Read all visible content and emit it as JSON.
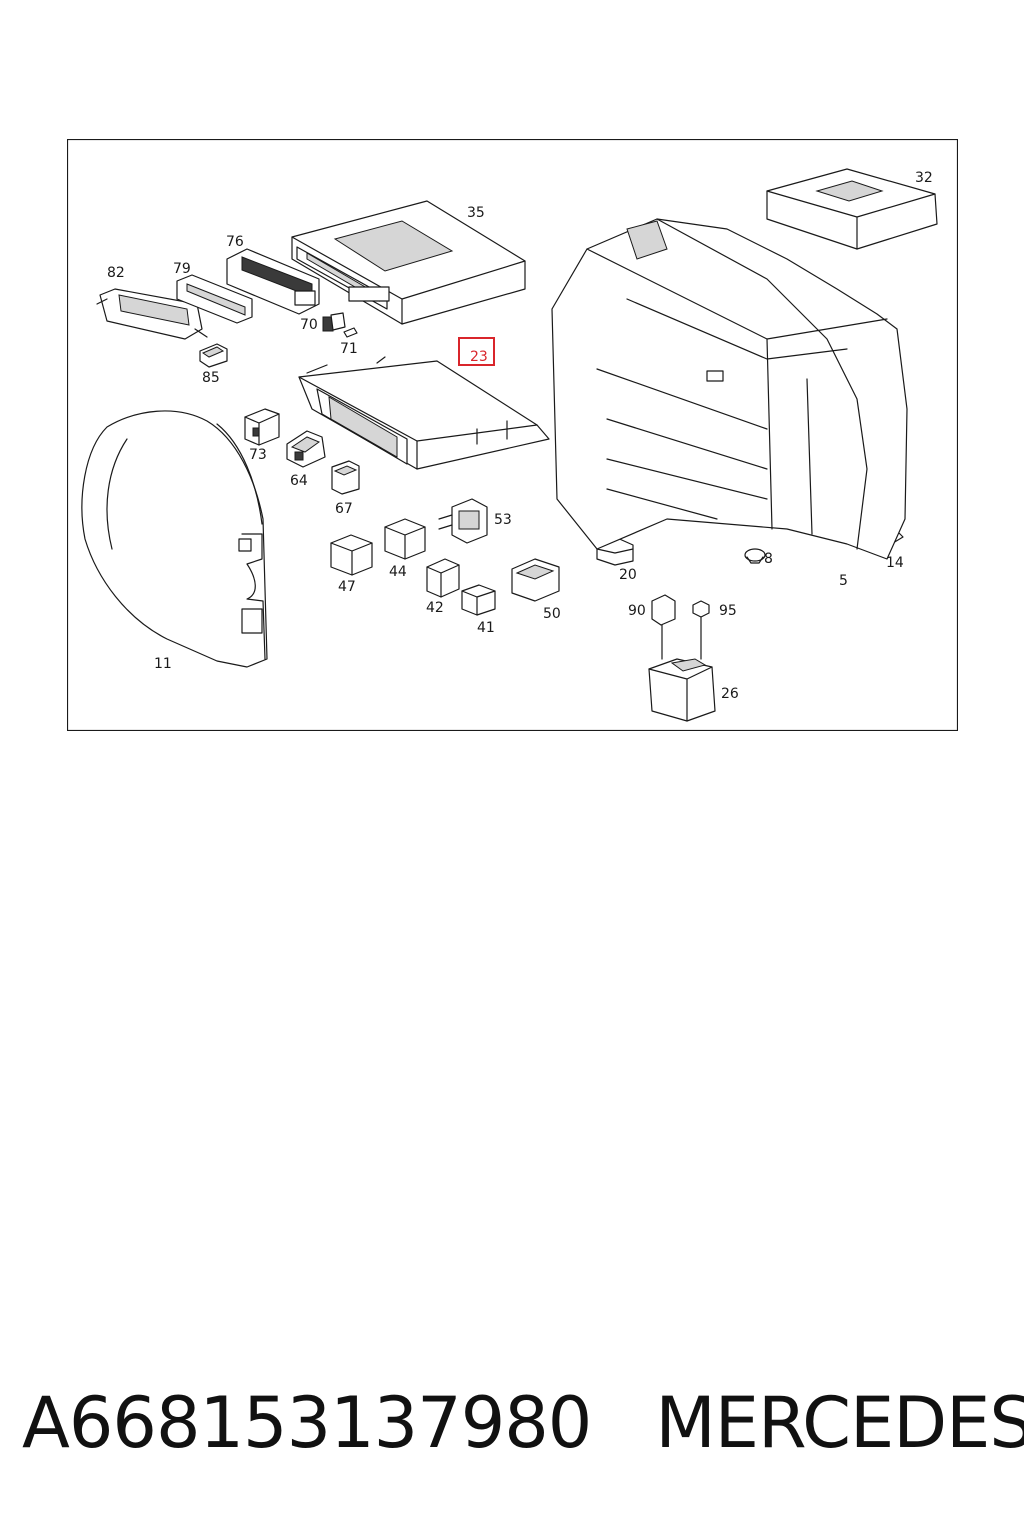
{
  "diagram": {
    "callouts": {
      "n32": "32",
      "n35": "35",
      "n76": "76",
      "n82": "82",
      "n79": "79",
      "n70": "70",
      "n71": "71",
      "n85": "85",
      "n23": "23",
      "n73": "73",
      "n64": "64",
      "n67": "67",
      "n53": "53",
      "n47": "47",
      "n44": "44",
      "n42": "42",
      "n41": "41",
      "n50": "50",
      "n20": "20",
      "n8": "8",
      "n14": "14",
      "n5": "5",
      "n90": "90",
      "n95": "95",
      "n26": "26",
      "n11": "11"
    },
    "highlighted_callout": "23",
    "highlight_color": "#d9252b"
  },
  "caption": {
    "part_number": "A668153137980",
    "brand": "MERCEDES"
  }
}
